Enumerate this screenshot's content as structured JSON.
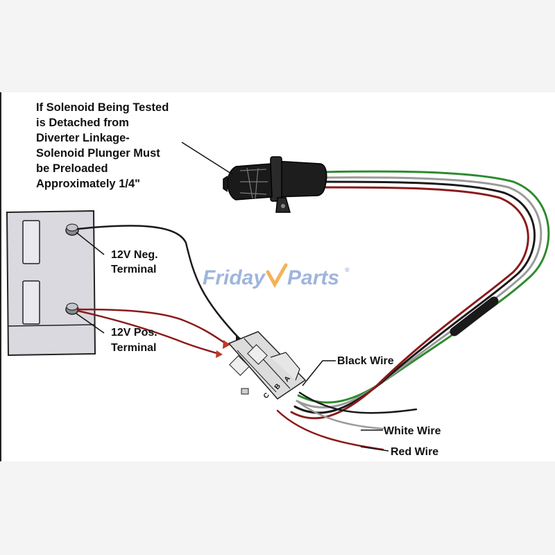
{
  "note": {
    "lines": [
      "If Solenoid Being Tested",
      "is Detached from",
      "Diverter Linkage-",
      "Solenoid Plunger Must",
      "be Preloaded",
      "Approximately 1/4\""
    ]
  },
  "labels": {
    "neg_terminal": [
      "12V Neg.",
      "Terminal"
    ],
    "pos_terminal": [
      "12V Pos.",
      "Terminal"
    ],
    "black_wire": "Black Wire",
    "white_wire": "White Wire",
    "red_wire": "Red Wire"
  },
  "connector_pins": [
    "C",
    "B",
    "A"
  ],
  "watermark": {
    "part1": "Friday",
    "part2": "Parts",
    "reg": "®"
  },
  "colors": {
    "wire_black": "#1a1a1a",
    "wire_white": "#9a9a9a",
    "wire_red": "#8b1a1a",
    "wire_green": "#2e8b2e",
    "battery_fill": "#d9d9df",
    "watermark_blue": "#8fa9d6",
    "watermark_orange": "#f2a640"
  }
}
